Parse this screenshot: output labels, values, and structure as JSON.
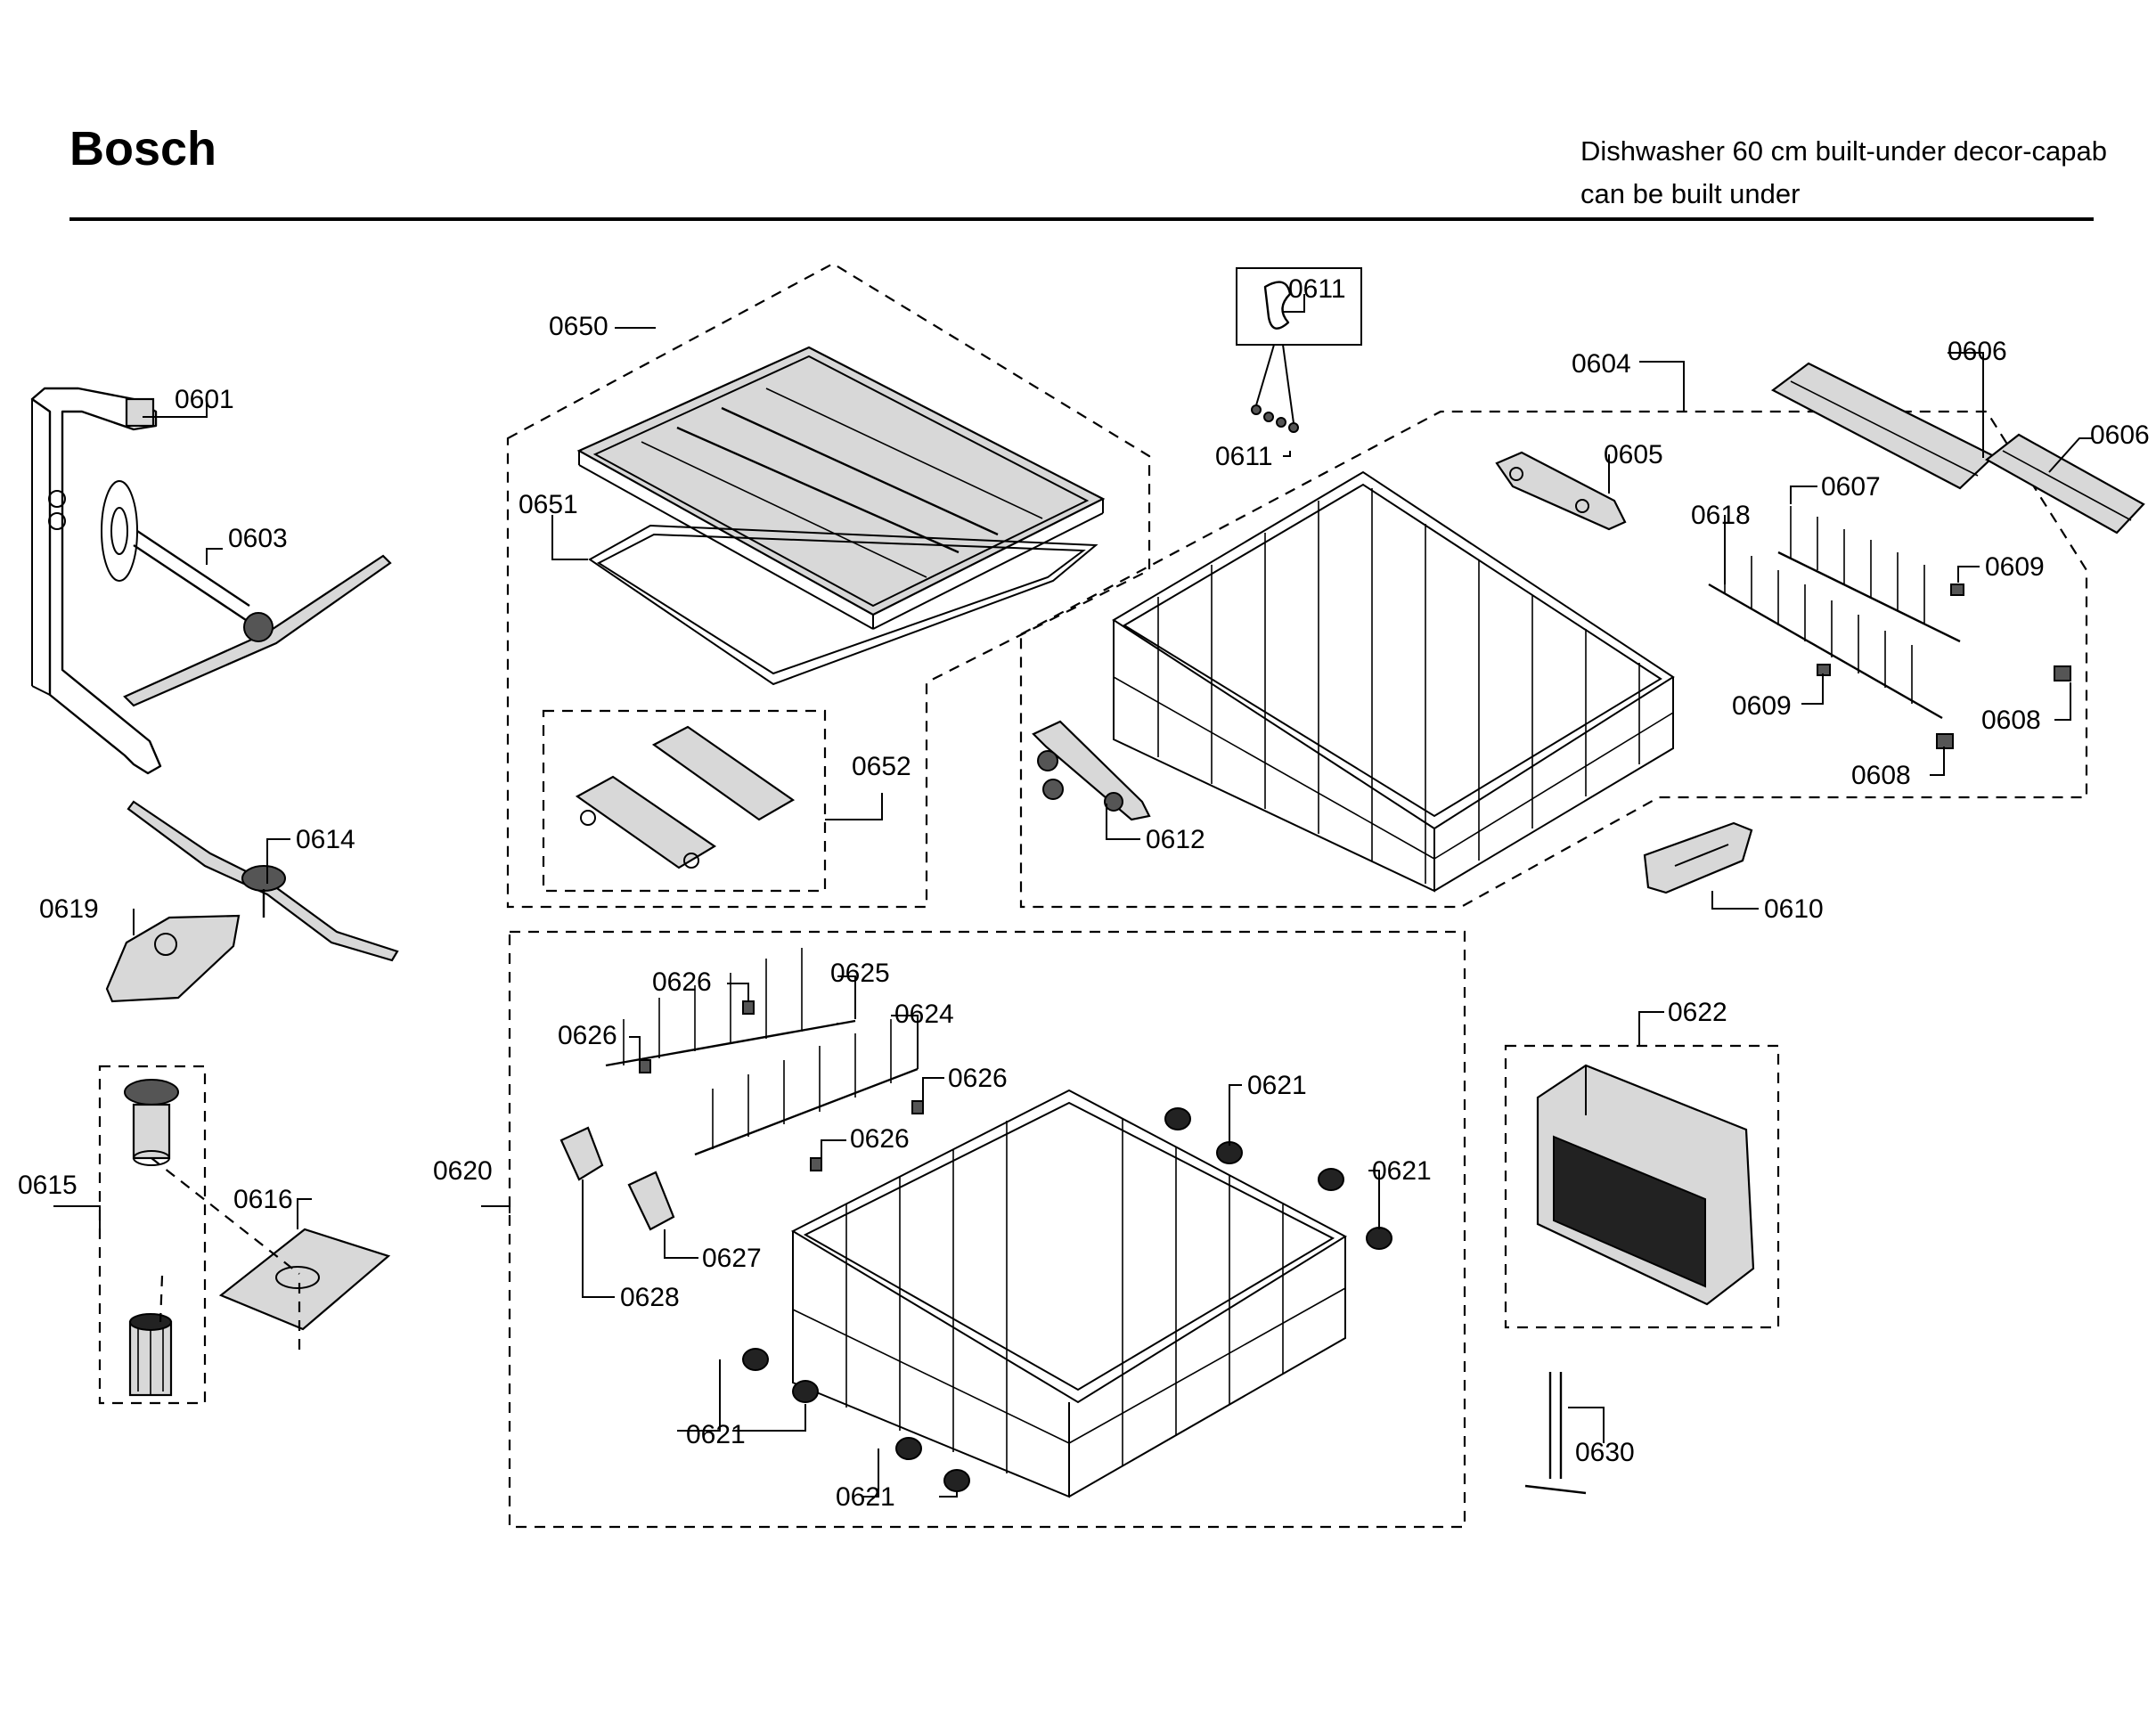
{
  "header": {
    "brand": "Bosch",
    "model_line1": "Dishwasher 60 cm built-under decor-capab",
    "model_line2": "can be built under"
  },
  "callouts": {
    "c0601": "0601",
    "c0603": "0603",
    "c0604": "0604",
    "c0605": "0605",
    "c0606a": "0606",
    "c0606b": "0606",
    "c0607": "0607",
    "c0608a": "0608",
    "c0608b": "0608",
    "c0609a": "0609",
    "c0609b": "0609",
    "c0610": "0610",
    "c0611a": "0611",
    "c0611b": "0611",
    "c0612": "0612",
    "c0614": "0614",
    "c0615": "0615",
    "c0616": "0616",
    "c0618": "0618",
    "c0619": "0619",
    "c0620": "0620",
    "c0621a": "0621",
    "c0621b": "0621",
    "c0621c": "0621",
    "c0621d": "0621",
    "c0622": "0622",
    "c0624": "0624",
    "c0625": "0625",
    "c0626a": "0626",
    "c0626b": "0626",
    "c0626c": "0626",
    "c0626d": "0626",
    "c0627": "0627",
    "c0628": "0628",
    "c0630": "0630",
    "c0650": "0650",
    "c0651": "0651",
    "c0652": "0652"
  }
}
